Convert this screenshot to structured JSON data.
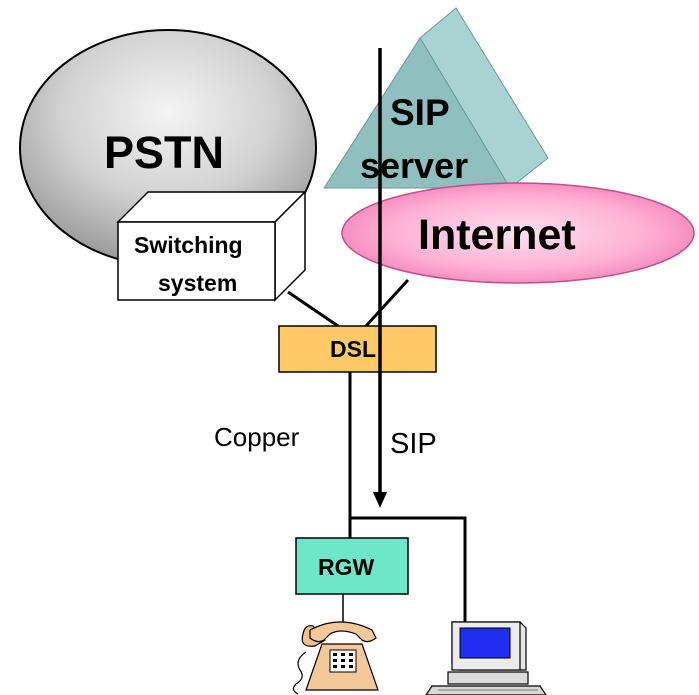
{
  "labels": {
    "pstn": "PSTN",
    "sip_server_line1": "SIP",
    "sip_server_line2": "server",
    "internet": "Internet",
    "switching_line1": "Switching",
    "switching_line2": "system",
    "dsl": "DSL",
    "copper": "Copper",
    "sip": "SIP",
    "rgw": "RGW"
  },
  "icons": {
    "telephone": "telephone-icon",
    "computer": "computer-icon"
  },
  "colors": {
    "pstn_fill_light": "#f2f2f2",
    "pstn_fill_dark": "#9a9a9a",
    "sip_server_front": "#8fbfbf",
    "sip_server_side": "#a9d3d3",
    "internet_light": "#ffd6ea",
    "internet_dark": "#f078b4",
    "dsl_fill": "#ffc966",
    "rgw_fill": "#6ee6c8",
    "line": "#000000"
  }
}
